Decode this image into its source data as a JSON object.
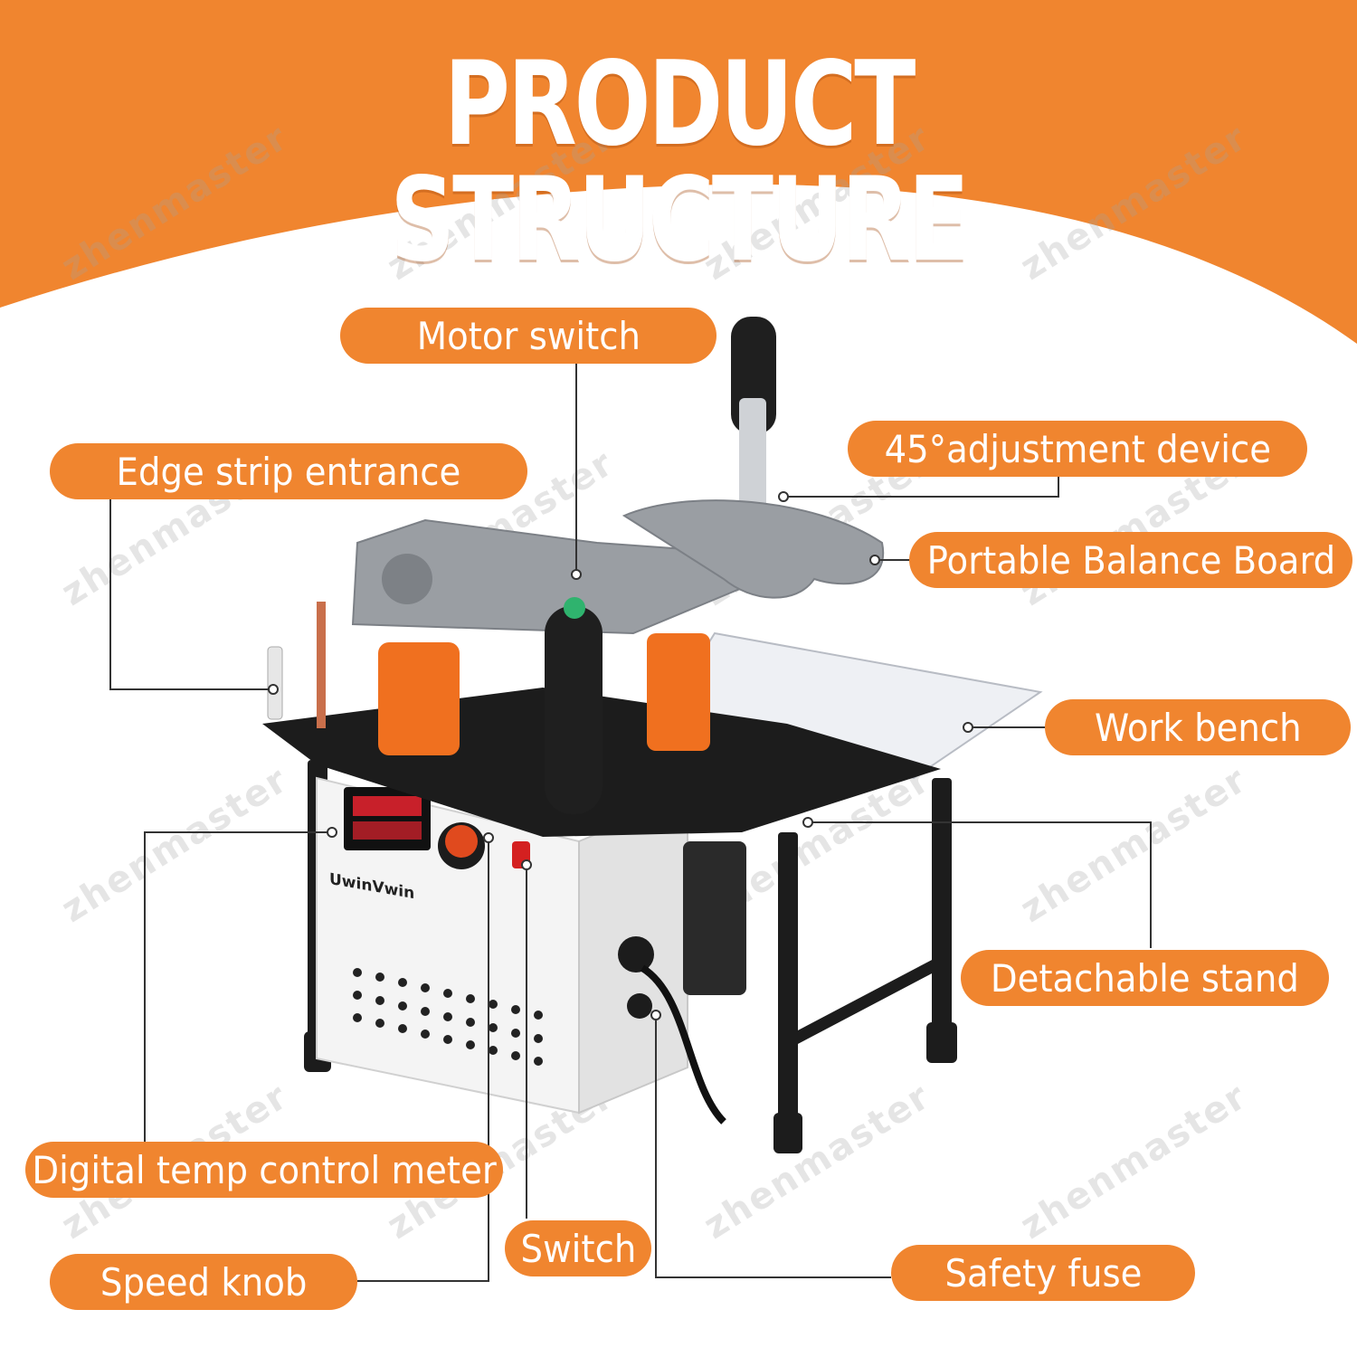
{
  "title": "PRODUCT STRUCTURE",
  "watermark": "zhenmaster",
  "brand_label": "UwinVwin",
  "colors": {
    "accent": "#f0852f",
    "leader_line": "#333333",
    "machine_body": "#f4f4f4",
    "roller_orange": "#f0701f",
    "cover_gray": "#9a9ea3",
    "frame_black": "#1c1c1c"
  },
  "callouts": {
    "motor_switch": "Motor switch",
    "edge_strip_entrance": "Edge strip entrance",
    "adjustment_45": "45°adjustment device",
    "portable_balance_board": "Portable Balance Board",
    "work_bench": "Work bench",
    "detachable_stand": "Detachable stand",
    "digital_temp_control_meter": "Digital temp control meter",
    "switch": "Switch",
    "speed_knob": "Speed knob",
    "safety_fuse": "Safety fuse"
  }
}
